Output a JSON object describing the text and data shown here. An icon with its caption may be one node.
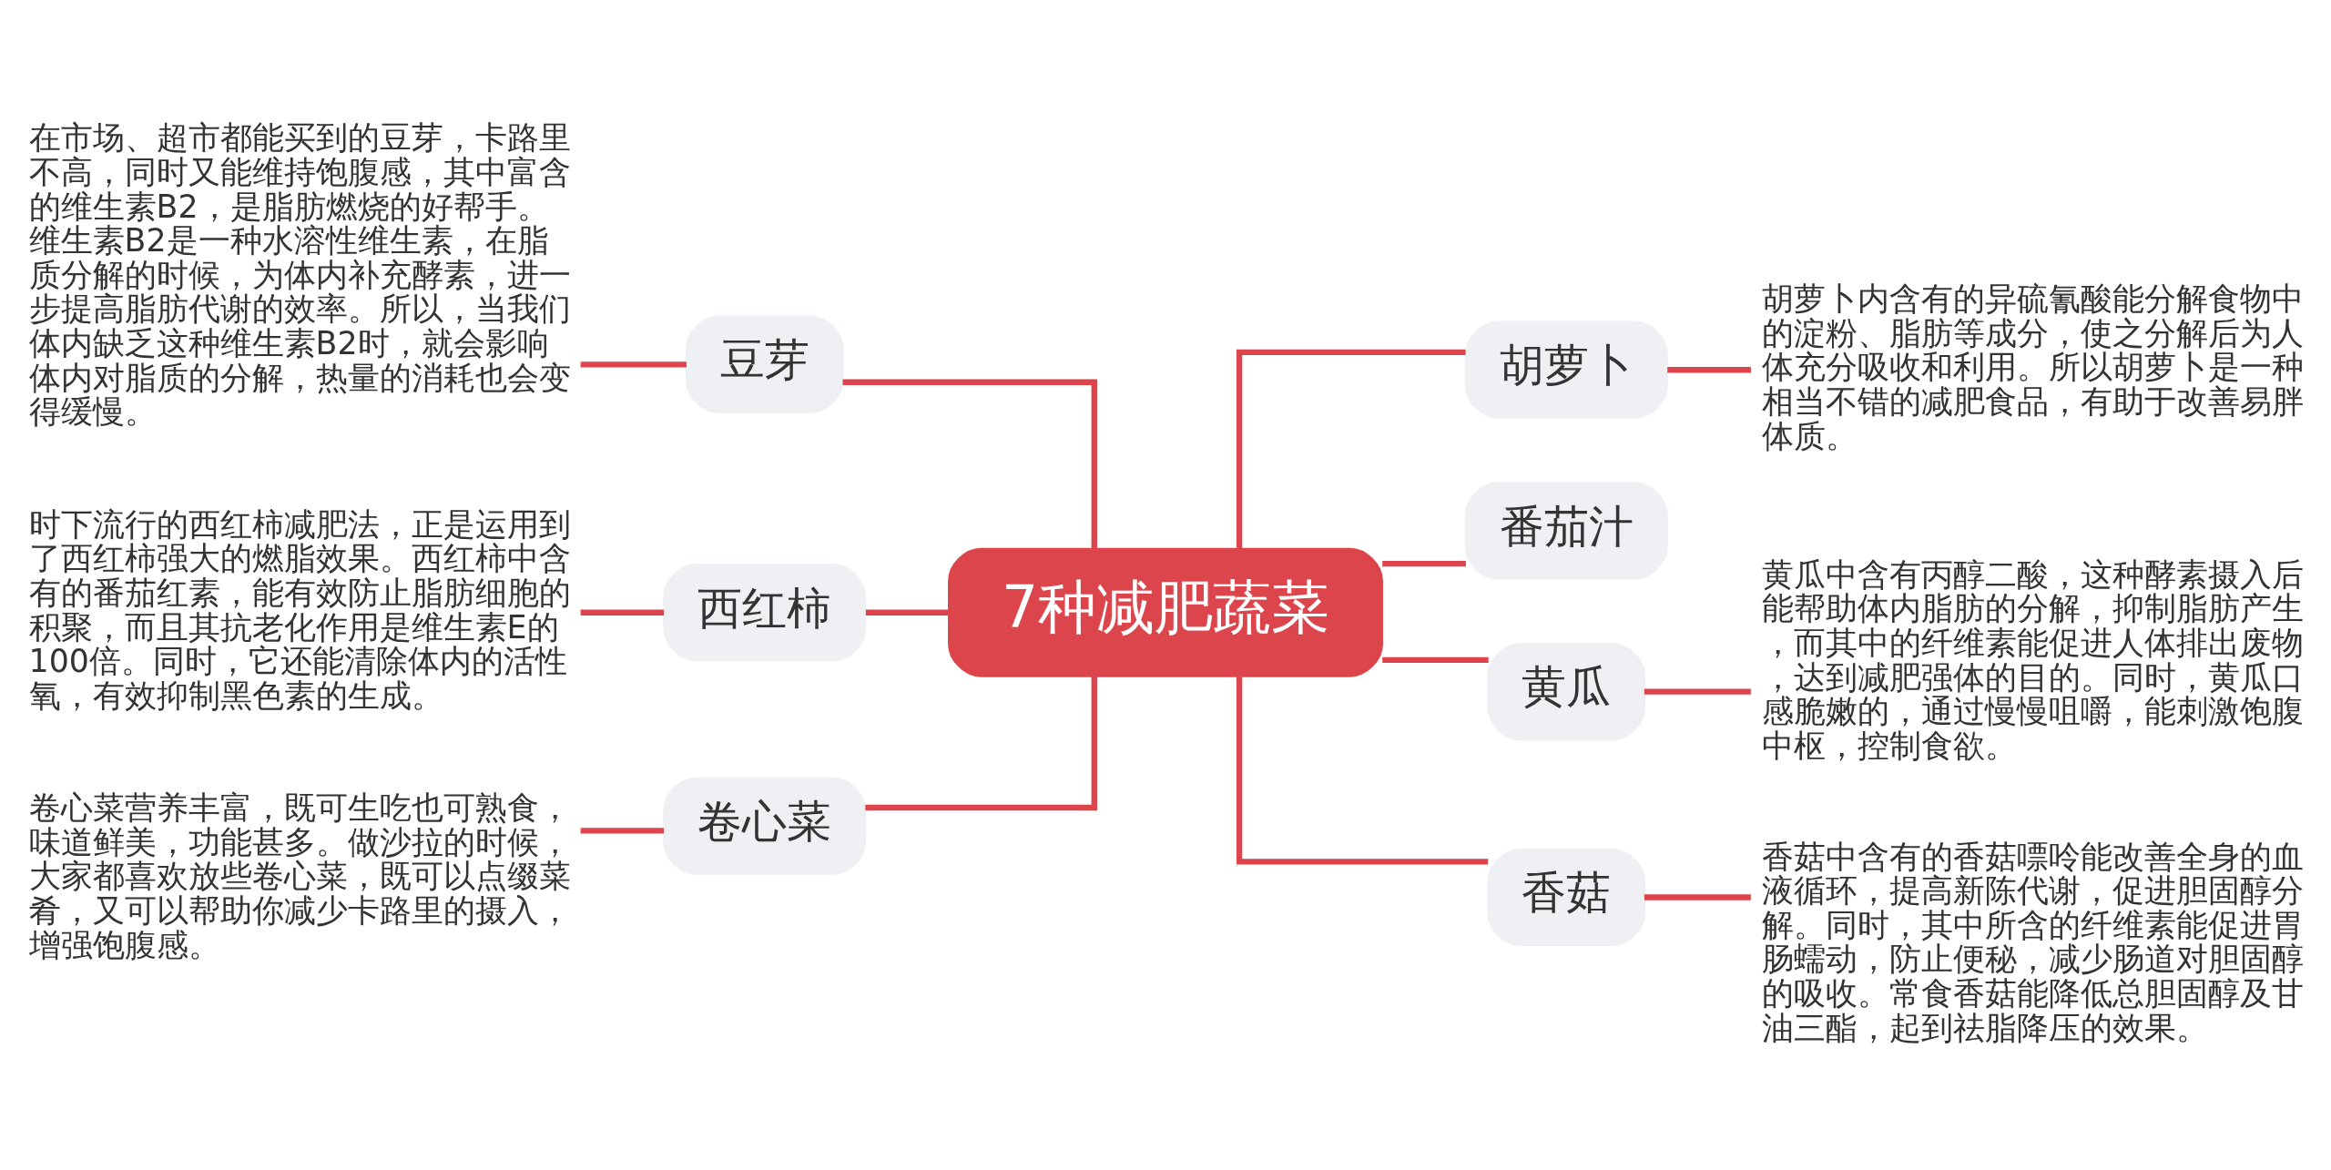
{
  "diagram": {
    "nodes": [
      {
        "text": [
          "7种减肥蔬菜"
        ]
      },
      {
        "text": [
          "豆芽"
        ]
      },
      {
        "text": [
          "在市场、超市都能买到的豆芽，卡路里不高，同时又能维持饱腹感，其中富含的维生素B2，是脂肪燃烧的好帮手。维生素B2是一种水溶性维生素，在脂质分解的时候，为体内补充酵素，进一步提高脂肪代谢的效率。所以，当我们体内缺乏这种维生素B2时，就会影响体内对脂质的分解，热量的消耗也会变得缓慢。"
        ]
      },
      {
        "text": [
          "西红柿"
        ]
      },
      {
        "text": [
          "时下流行的西红柿减肥法，正是运用到了西红柿强大的燃脂效果。西红柿中含有的番茄红素，能有效防止脂肪细胞的积聚，而且其抗老化作用是维生素E的100倍。同时，它还能清除体内的活性氧，有效抑制黑色素的生成。"
        ]
      },
      {
        "text": [
          "卷心菜"
        ]
      },
      {
        "text": [
          "卷心菜营养丰富，既可生吃也可熟食，味道鲜美，功能甚多。做沙拉的时候，大家都喜欢放些卷心菜，既可以点缀菜肴，又可以帮助你减少卡路里的摄入，增强饱腹感。"
        ]
      },
      {
        "text": [
          "胡萝卜"
        ]
      },
      {
        "text": [
          "胡萝卜内含有的异硫氰酸能分解食物中的淀粉、脂肪等成分，使之分解后为人体充分吸收和利用。所以胡萝卜是一种相当不错的减肥食品，有助于改善易胖体质。"
        ]
      },
      {
        "text": [
          "番茄汁"
        ]
      },
      {
        "text": [
          "黄瓜"
        ]
      },
      {
        "text": [
          "黄瓜中含有丙醇二酸，这种酵素摄入后能帮助体内脂肪的分解，抑制脂肪产生，而其中的纤维素能促进人体排出废物，达到减肥强体的目的。同时，黄瓜口感脆嫩的，通过慢慢咀嚼，能刺激饱腹中枢，控制食欲。"
        ]
      },
      {
        "text": [
          "香菇"
        ]
      },
      {
        "text": [
          "香菇中含有的香菇嘌呤能改善全身的血液循环，提高新陈代谢，促进胆固醇分解。同时，其中所含的纤维素能促进胃肠蠕动，防止便秘，减少肠道对胆固醇的吸收。常食香菇能降低总胆固醇及甘油三酯，起到祛脂降压的效果。"
        ]
      }
    ],
    "edges": [
      {
        "from": 1,
        "to": 0,
        "arrow": "none"
      },
      {
        "from": 3,
        "to": 0,
        "arrow": "none"
      },
      {
        "from": 5,
        "to": 0,
        "arrow": "none"
      },
      {
        "from": 0,
        "to": 7,
        "arrow": "none"
      },
      {
        "from": 0,
        "to": 9,
        "arrow": "none"
      },
      {
        "from": 0,
        "to": 10,
        "arrow": "none"
      },
      {
        "from": 0,
        "to": 12,
        "arrow": "none"
      },
      {
        "from": 2,
        "to": 1,
        "arrow": "none"
      },
      {
        "from": 4,
        "to": 3,
        "arrow": "none"
      },
      {
        "from": 6,
        "to": 5,
        "arrow": "none"
      },
      {
        "from": 7,
        "to": 8,
        "arrow": "none"
      },
      {
        "from": 10,
        "to": 11,
        "arrow": "none"
      },
      {
        "from": 12,
        "to": 13,
        "arrow": "none"
      }
    ]
  }
}
